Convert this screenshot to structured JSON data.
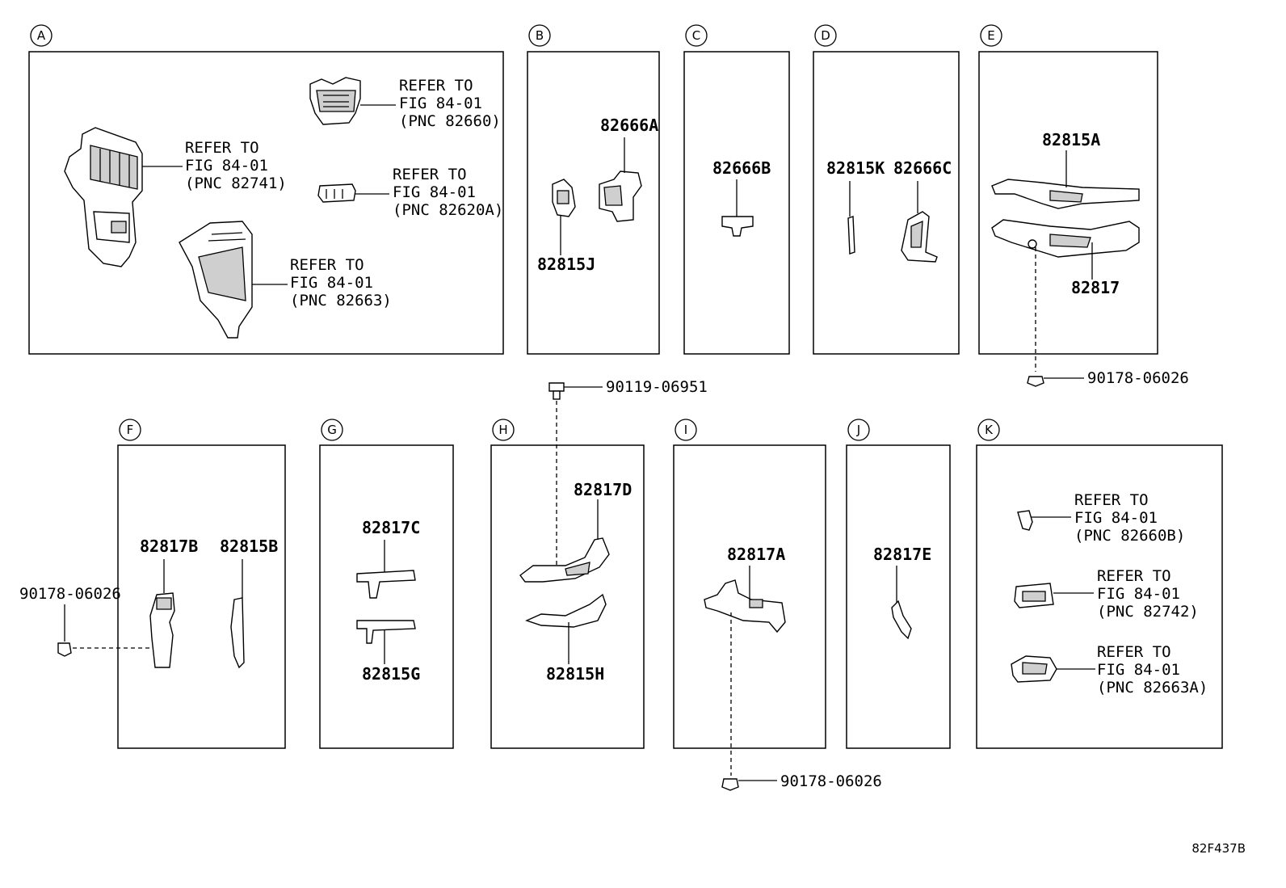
{
  "sections": [
    {
      "id": "A"
    },
    {
      "id": "B"
    },
    {
      "id": "C"
    },
    {
      "id": "D"
    },
    {
      "id": "E"
    },
    {
      "id": "F"
    },
    {
      "id": "G"
    },
    {
      "id": "H"
    },
    {
      "id": "I"
    },
    {
      "id": "J"
    },
    {
      "id": "K"
    }
  ],
  "refer_notes": [
    {
      "line1": "REFER TO",
      "line2": "FIG 84-01",
      "line3": "(PNC 82660)"
    },
    {
      "line1": "REFER TO",
      "line2": "FIG 84-01",
      "line3": "(PNC 82741)"
    },
    {
      "line1": "REFER TO",
      "line2": "FIG 84-01",
      "line3": "(PNC 82620A)"
    },
    {
      "line1": "REFER TO",
      "line2": "FIG 84-01",
      "line3": "(PNC 82663)"
    },
    {
      "line1": "REFER TO",
      "line2": "FIG 84-01",
      "line3": "(PNC 82660B)"
    },
    {
      "line1": "REFER TO",
      "line2": "FIG 84-01",
      "line3": "(PNC 82742)"
    },
    {
      "line1": "REFER TO",
      "line2": "FIG 84-01",
      "line3": "(PNC 82663A)"
    }
  ],
  "parts": {
    "p82666A": "82666A",
    "p82815J": "82815J",
    "p82666B": "82666B",
    "p82815K": "82815K",
    "p82666C": "82666C",
    "p82815A": "82815A",
    "p82817": "82817",
    "p82817B": "82817B",
    "p82815B": "82815B",
    "p82817C": "82817C",
    "p82815G": "82815G",
    "p82817D": "82817D",
    "p82815H": "82815H",
    "p82817A": "82817A",
    "p82817E": "82817E"
  },
  "fasteners": {
    "bolt_h": "90119-06951",
    "clip_e": "90178-06026",
    "clip_f": "90178-06026",
    "clip_i": "90178-06026"
  },
  "diagram_code": "82F437B"
}
